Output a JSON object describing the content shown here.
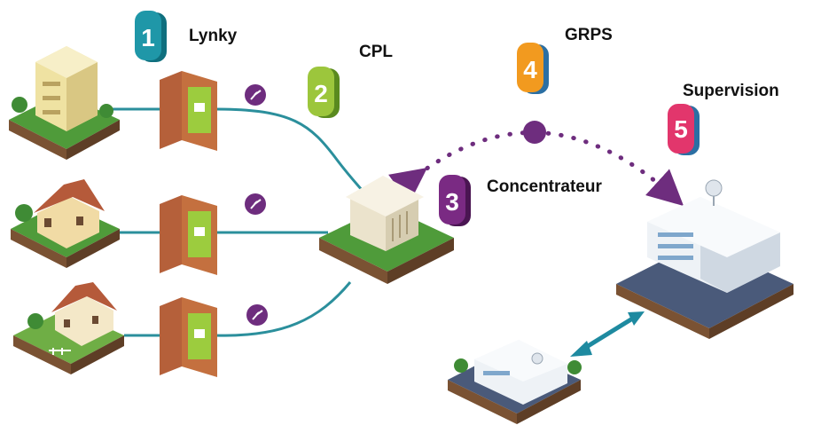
{
  "steps": [
    {
      "number": "1",
      "label": "Lynky",
      "color": "#1f97a8"
    },
    {
      "number": "2",
      "label": "CPL",
      "color": "#9cc63c"
    },
    {
      "number": "3",
      "label": "Concentrateur",
      "color": "#7a2a83"
    },
    {
      "number": "4",
      "label": "GRPS",
      "color": "#f29a1f"
    },
    {
      "number": "5",
      "label": "Supervision",
      "color": "#e2366c"
    }
  ],
  "colors": {
    "cable": "#2b8f9c",
    "signal": "#6e2d7e",
    "meter_body": "#c4703f",
    "meter_face": "#9ccc3e",
    "ground_side": "#7a5233",
    "grass": "#4f9b3a",
    "platform": "#4a5a7a"
  }
}
